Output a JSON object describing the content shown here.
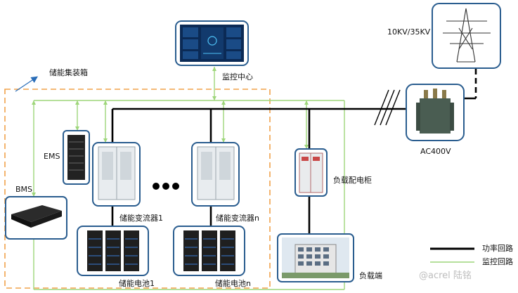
{
  "labels": {
    "container": "储能集装箱",
    "monitor_center": "监控中心",
    "ems": "EMS",
    "bms": "BMS",
    "pcs_1": "储能变流器1",
    "pcs_n": "储能变流器n",
    "battery_1": "储能电池1",
    "battery_n": "储能电池n",
    "load_cabinet": "负载配电柜",
    "load": "负载端",
    "transformer": "AC400V",
    "grid": "10KV/35KV"
  },
  "legend": {
    "power": "功率回路",
    "monitor": "监控回路"
  },
  "watermark": "@acrel 陆铭",
  "colors": {
    "power_line": "#000000",
    "monitor_line": "#9ed67a",
    "container_border": "#f0a24a",
    "device_border": "#2a5d8f"
  }
}
